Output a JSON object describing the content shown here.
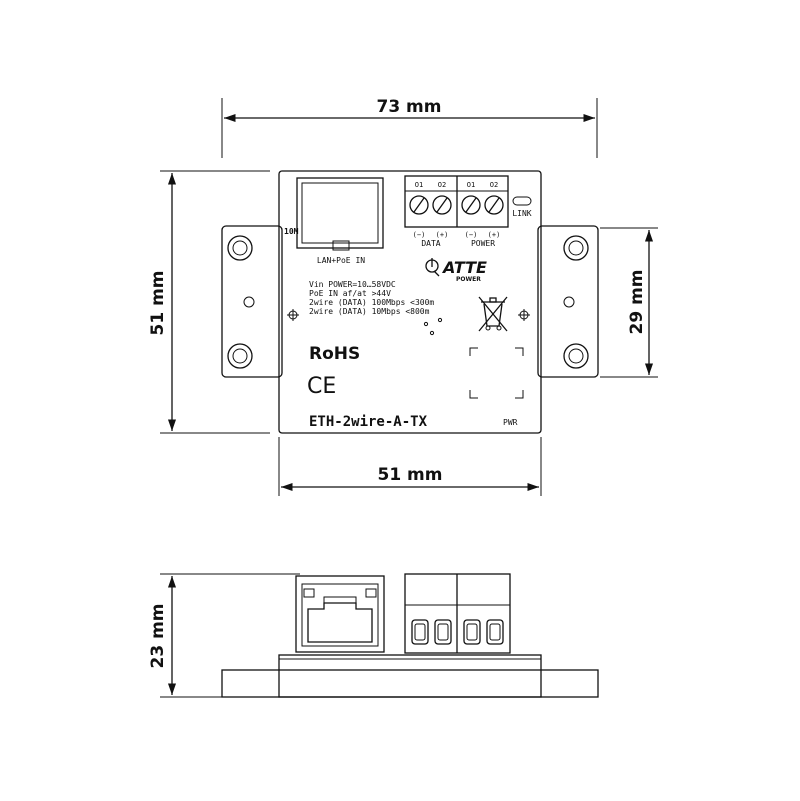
{
  "dimensions": {
    "top_width": "73 mm",
    "left_height": "51 mm",
    "right_height": "29 mm",
    "bottom_width": "51 mm",
    "side_height": "23 mm"
  },
  "board": {
    "port_speed": "10M",
    "rj45_label": "LAN+PoE IN",
    "link_label": "LINK",
    "terminal_numbers": [
      "O1",
      "O2",
      "O1",
      "O2"
    ],
    "data_polarity": [
      "(−)",
      "(+)"
    ],
    "power_polarity": [
      "(−)",
      "(+)"
    ],
    "data_label": "DATA",
    "power_label": "POWER",
    "brand_name": "ATTE",
    "brand_sub": "POWER",
    "spec_lines": [
      "Vin POWER=10…58VDC",
      "PoE IN af/at >44V",
      "2wire (DATA) 100Mbps <300m",
      "2wire (DATA) 10Mbps <800m"
    ],
    "rohs": "RoHS",
    "ce_mark": "CE",
    "model": "ETH-2wire-A-TX",
    "pwr_label": "PWR"
  },
  "colors": {
    "stroke": "#111111",
    "background": "#ffffff",
    "base_fill": "#e8e8e8"
  }
}
